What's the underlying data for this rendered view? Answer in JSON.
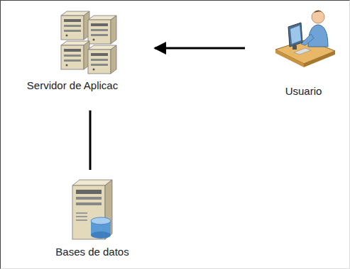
{
  "diagram": {
    "nodes": [
      {
        "text": [
          "Servidor de Aplicac"
        ]
      },
      {
        "text": [
          "Usuario"
        ]
      },
      {
        "text": [
          "Bases de datos"
        ]
      }
    ],
    "edges": [
      {
        "from": 1,
        "to": 0,
        "arrow": "to"
      },
      {
        "from": 0,
        "to": 2,
        "arrow": "none"
      }
    ]
  }
}
